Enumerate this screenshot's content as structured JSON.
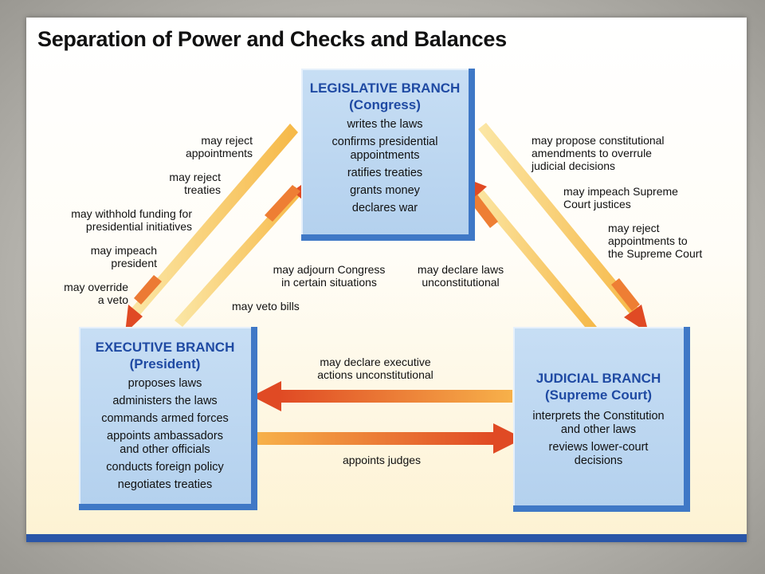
{
  "title": "Separation of Power and Checks and Balances",
  "colors": {
    "branch_fill": "#b9d4ef",
    "branch_border": "#3f78c6",
    "branch_title": "#1f4aa3",
    "arrow_orange": "#e8532a",
    "arrow_yellow": "#f8c95a",
    "bottom_bar": "#2a56a8"
  },
  "legislative": {
    "title": "LEGISLATIVE BRANCH",
    "subtitle": "(Congress)",
    "duties": [
      "writes the laws",
      "confirms presidential\nappointments",
      "ratifies treaties",
      "grants money",
      "declares war"
    ]
  },
  "executive": {
    "title": "EXECUTIVE BRANCH",
    "subtitle": "(President)",
    "duties": [
      "proposes laws",
      "administers the laws",
      "commands armed forces",
      "appoints ambassadors\nand other officials",
      "conducts foreign policy",
      "negotiates treaties"
    ]
  },
  "judicial": {
    "title": "JUDICIAL BRANCH",
    "subtitle": "(Supreme Court)",
    "duties": [
      "interprets the Constitution\nand other laws",
      "reviews lower-court\ndecisions"
    ]
  },
  "checks": {
    "legislative_on_executive": [
      "may reject\nappointments",
      "may reject\ntreaties",
      "may withhold funding for\npresidential initiatives",
      "may impeach\npresident",
      "may override\na veto"
    ],
    "executive_on_legislative": [
      "may adjourn Congress\nin certain situations",
      "may veto bills"
    ],
    "legislative_on_judicial": [
      "may propose constitutional\namendments to overrule\njudicial decisions",
      "may impeach Supreme\nCourt justices",
      "may reject\nappointments to\nthe Supreme Court"
    ],
    "judicial_on_legislative": "may declare laws\nunconstitutional",
    "judicial_on_executive": "may declare executive\nactions unconstitutional",
    "executive_on_judicial": "appoints judges"
  }
}
